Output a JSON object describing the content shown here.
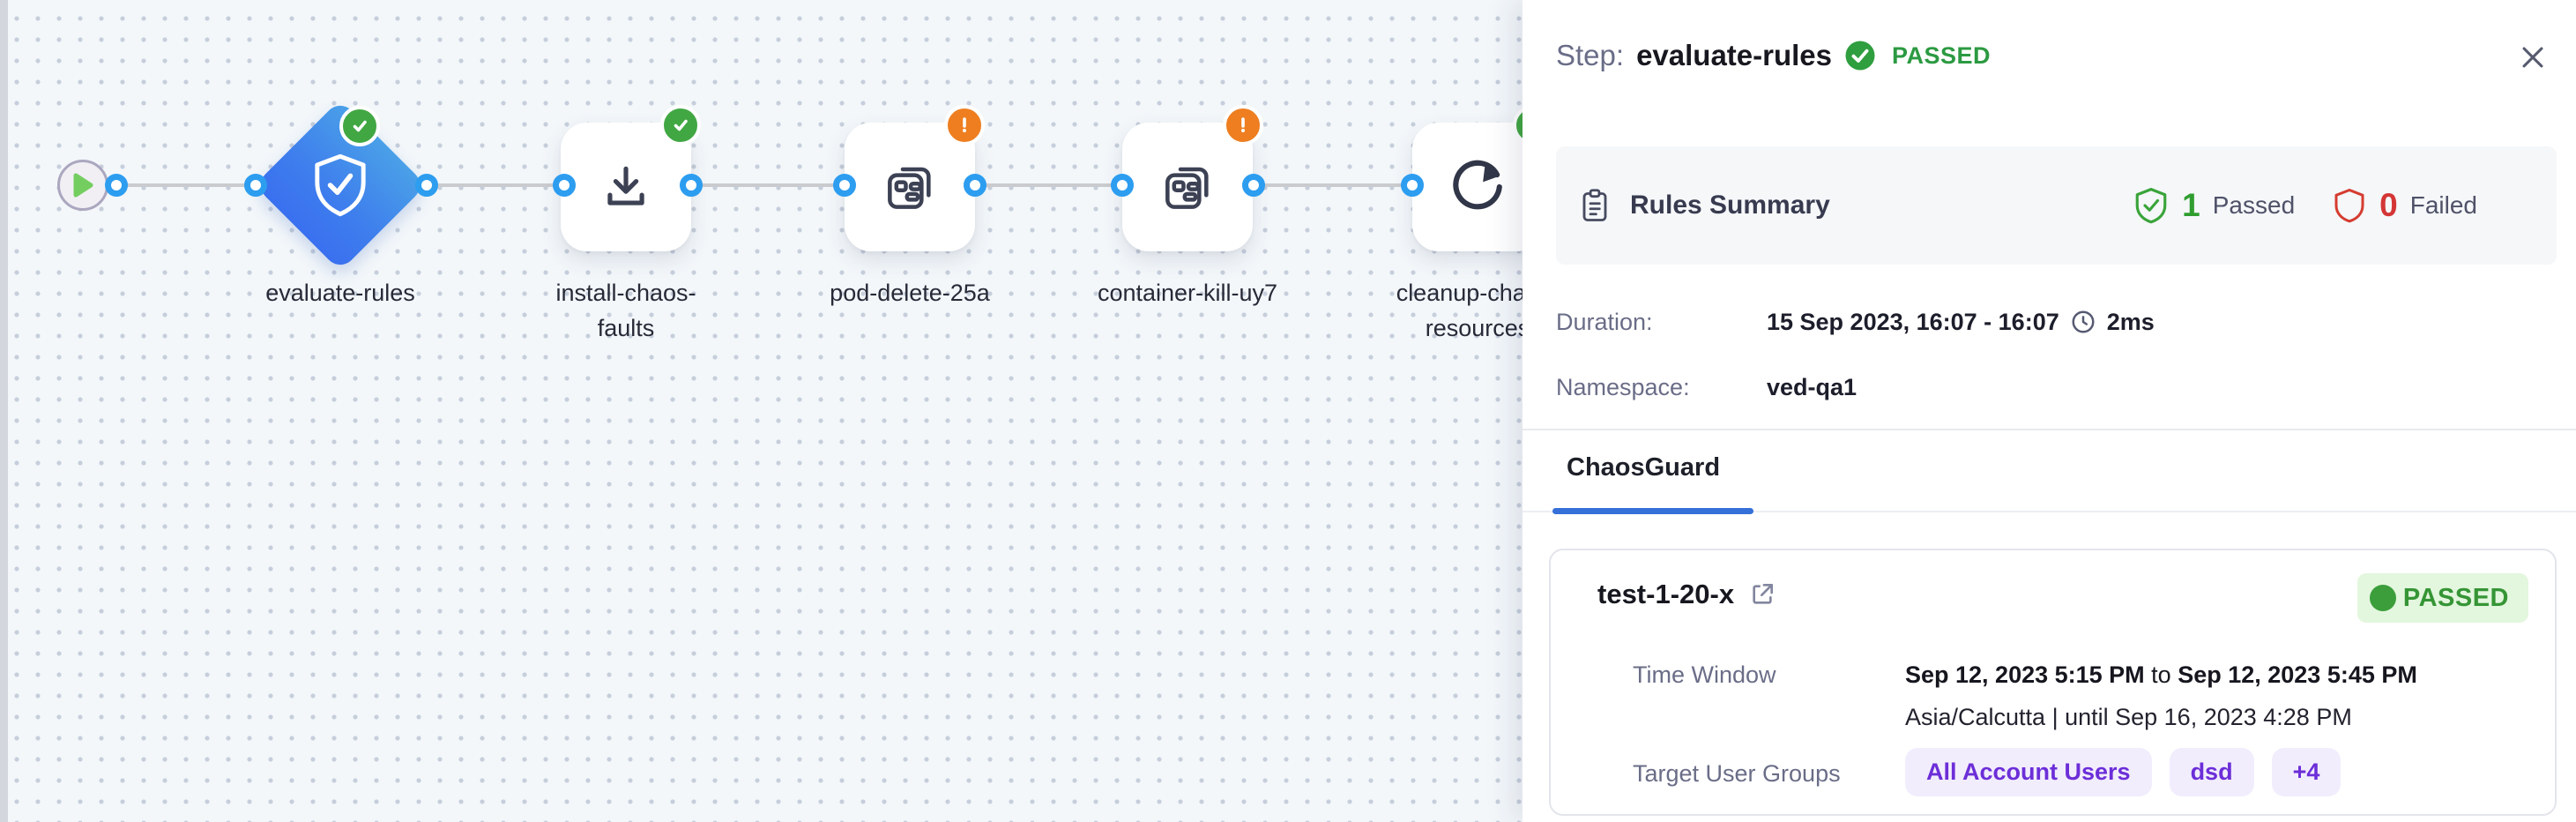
{
  "colors": {
    "canvas_bg": "#f3f7fa",
    "node_blue_top": "#4aa0e8",
    "node_blue_bottom": "#3a70ef",
    "port_blue": "#2d9df0",
    "status_green": "#41a743",
    "status_orange": "#ee7e20",
    "passed_text_green": "#2c9a42",
    "failed_red": "#d43636",
    "tab_underline_blue": "#3470d8",
    "chip_purple_text": "#6c2ed8",
    "chip_purple_bg": "#f2edfd",
    "badge_green_bg": "#e3f6de"
  },
  "pipeline": {
    "nodes": [
      {
        "id": "start",
        "type": "start",
        "icon": "play-icon"
      },
      {
        "id": "evaluate-rules",
        "type": "diamond",
        "label": "evaluate-rules",
        "status": "passed",
        "icon": "shield-check-icon"
      },
      {
        "id": "install-chaos-faults",
        "type": "step",
        "label": "install-chaos-faults",
        "status": "passed",
        "icon": "download-icon"
      },
      {
        "id": "pod-delete-25a",
        "type": "step",
        "label": "pod-delete-25a",
        "status": "warning",
        "icon": "chaos-fault-icon"
      },
      {
        "id": "container-kill-uy7",
        "type": "step",
        "label": "container-kill-uy7",
        "status": "warning",
        "icon": "chaos-fault-icon"
      },
      {
        "id": "cleanup-chaos-resources",
        "type": "step",
        "label": "cleanup-chaos-resources",
        "status": "passed",
        "icon": "retry-icon"
      }
    ]
  },
  "panel": {
    "title_prefix": "Step:",
    "title": "evaluate-rules",
    "status": "PASSED",
    "rules_summary": {
      "label": "Rules Summary",
      "passed_count": "1",
      "passed_label": "Passed",
      "failed_count": "0",
      "failed_label": "Failed"
    },
    "duration_label": "Duration:",
    "duration_value": "15 Sep 2023, 16:07 - 16:07",
    "duration_elapsed": "2ms",
    "namespace_label": "Namespace:",
    "namespace_value": "ved-qa1",
    "tab": "ChaosGuard",
    "card": {
      "title": "test-1-20-x",
      "status": "PASSED",
      "time_window_label": "Time Window",
      "time_from": "Sep 12, 2023 5:15 PM",
      "time_join": " to ",
      "time_to": "Sep 12, 2023 5:45 PM",
      "timezone_line": "Asia/Calcutta | until Sep 16, 2023 4:28 PM",
      "groups_label": "Target User Groups",
      "groups": [
        "All Account Users",
        "dsd",
        "+4"
      ]
    }
  }
}
